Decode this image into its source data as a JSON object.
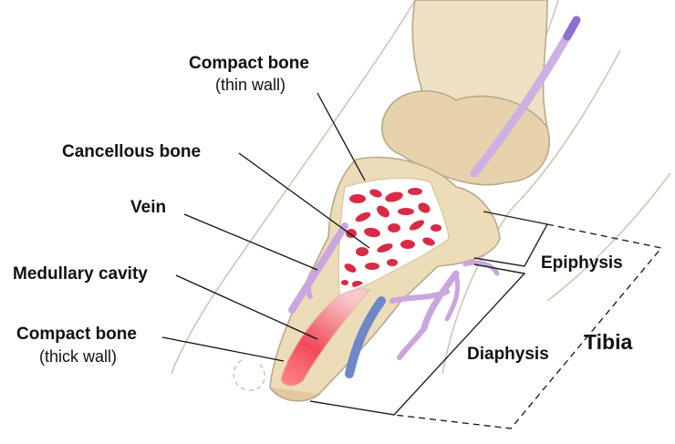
{
  "labels": {
    "compact_thin_title": "Compact bone",
    "compact_thin_sub": "(thin wall)",
    "cancellous": "Cancellous bone",
    "vein": "Vein",
    "medullary": "Medullary cavity",
    "compact_thick_title": "Compact bone",
    "compact_thick_sub": "(thick wall)",
    "epiphysis": "Epiphysis",
    "diaphysis": "Diaphysis",
    "tibia": "Tibia"
  },
  "colors": {
    "bone": "#ecdcb8",
    "bone_dark": "#dcc69a",
    "marrow_red": "#e0384f",
    "vein_purple": "#c9a6e0",
    "vein_blue": "#6f86c9",
    "leg_outline": "#b8a98a"
  }
}
